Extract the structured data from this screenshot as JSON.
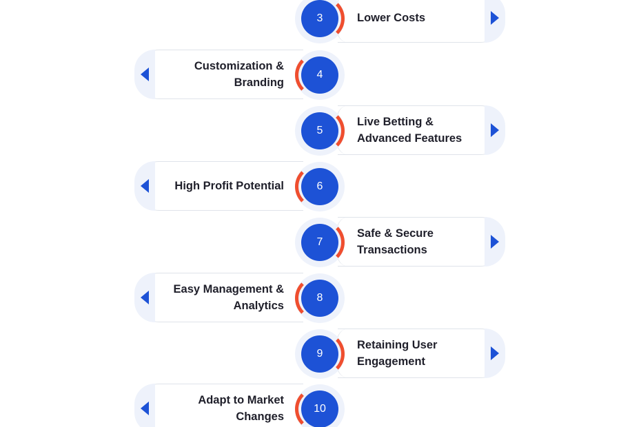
{
  "steps": [
    {
      "num": "3",
      "label": "Lower Costs",
      "side": "right"
    },
    {
      "num": "4",
      "label": "Customization & Branding",
      "side": "left"
    },
    {
      "num": "5",
      "label": "Live Betting & Advanced Features",
      "side": "right"
    },
    {
      "num": "6",
      "label": "High Profit Potential",
      "side": "left"
    },
    {
      "num": "7",
      "label": "Safe & Secure Transactions",
      "side": "right"
    },
    {
      "num": "8",
      "label": "Easy Management & Analytics",
      "side": "left"
    },
    {
      "num": "9",
      "label": "Retaining User Engagement",
      "side": "right"
    },
    {
      "num": "10",
      "label": "Adapt to Market Changes",
      "side": "left"
    }
  ],
  "colors": {
    "accent": "#1d52d6",
    "arc": "#ef4e2f",
    "halo": "#eef2fb"
  }
}
